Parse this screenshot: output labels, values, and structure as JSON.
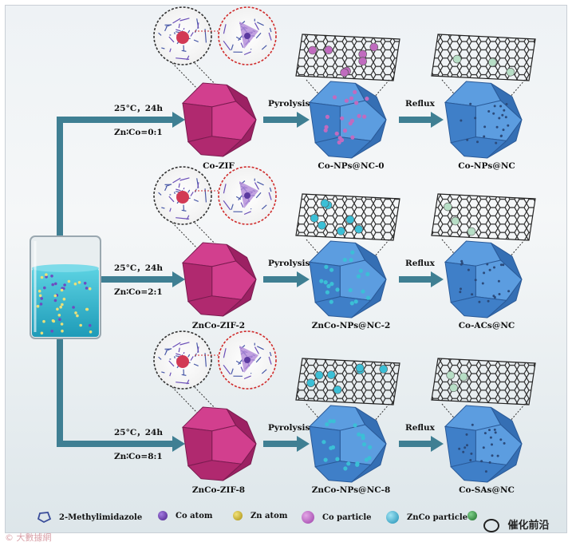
{
  "rows": [
    {
      "temp": "25°C，24h",
      "ratio": "Zn∶Co=0:1",
      "zif_label": "Co-ZIF",
      "step1": "Pyrolysis",
      "mid_label": "Co-NPs@NC-0",
      "step2": "Reflux",
      "final_label": "Co-NPs@NC",
      "mid_dot_color": "#c06bbf",
      "final_dot_color": "#b7dec6"
    },
    {
      "temp": "25°C，24h",
      "ratio": "Zn∶Co=2:1",
      "zif_label": "ZnCo-ZIF-2",
      "step1": "Pyrolysis",
      "mid_label": "ZnCo-NPs@NC-2",
      "step2": "Reflux",
      "final_label": "Co-ACs@NC",
      "mid_dot_color": "#3bbfd6",
      "final_dot_color": "#b7dec6"
    },
    {
      "temp": "25°C，24h",
      "ratio": "Zn∶Co=8:1",
      "zif_label": "ZnCo-ZIF-8",
      "step1": "Pyrolysis",
      "mid_label": "ZnCo-NPs@NC-8",
      "step2": "Reflux",
      "final_label": "Co-SAs@NC",
      "mid_dot_color": "#3bbfd6",
      "final_dot_color": "#b7dec6"
    }
  ],
  "legend": [
    {
      "label": "2-Methylimidazole",
      "icon": "methylimidazole-icon",
      "color": "#3a4d9a"
    },
    {
      "label": "Co atom",
      "icon": "co-atom-icon",
      "color": "#6a3aa8"
    },
    {
      "label": "Zn atom",
      "icon": "zn-atom-icon",
      "color": "#c8b12a"
    },
    {
      "label": "Co particle",
      "icon": "co-particle-icon",
      "color": "#b85fc0"
    },
    {
      "label": "ZnCo particle",
      "icon": "znco-particle-icon",
      "color": "#3bb8d8"
    },
    {
      "label": "",
      "icon": "single-atom-icon",
      "color": "#2e8a3e"
    }
  ],
  "watermarks": {
    "left": "© 大數據網",
    "right": "催化前沿"
  },
  "colors": {
    "zif_main": "#cc3c8a",
    "nc_main": "#4d8fd6",
    "arrow": "#3e7f95",
    "liquid": "#35bcd4"
  }
}
